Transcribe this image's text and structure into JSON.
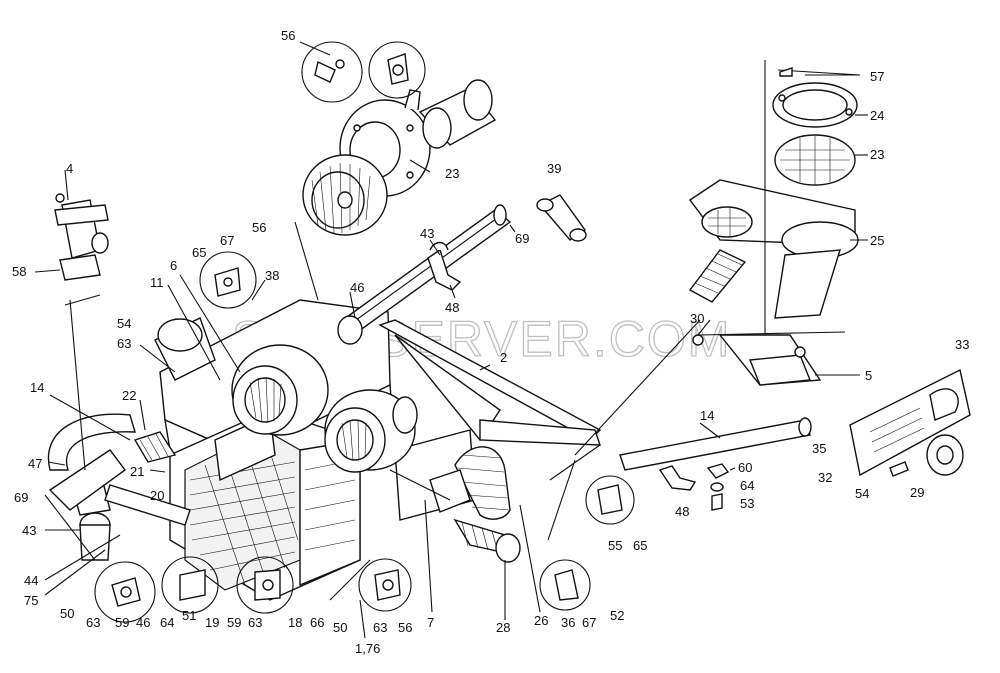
{
  "watermark": "SPECSERVER.COM",
  "callouts": [
    {
      "text": "56"
    },
    {
      "text": "23"
    },
    {
      "text": "57"
    },
    {
      "text": "24"
    },
    {
      "text": "23"
    },
    {
      "text": "39"
    },
    {
      "text": "25"
    },
    {
      "text": "4"
    },
    {
      "text": "43"
    },
    {
      "text": "69"
    },
    {
      "text": "65"
    },
    {
      "text": "67"
    },
    {
      "text": "56"
    },
    {
      "text": "6"
    },
    {
      "text": "38"
    },
    {
      "text": "58"
    },
    {
      "text": "11"
    },
    {
      "text": "46"
    },
    {
      "text": "48"
    },
    {
      "text": "54"
    },
    {
      "text": "63"
    },
    {
      "text": "30"
    },
    {
      "text": "2"
    },
    {
      "text": "5"
    },
    {
      "text": "33"
    },
    {
      "text": "14"
    },
    {
      "text": "22"
    },
    {
      "text": "14"
    },
    {
      "text": "35"
    },
    {
      "text": "47"
    },
    {
      "text": "21"
    },
    {
      "text": "60"
    },
    {
      "text": "32"
    },
    {
      "text": "54"
    },
    {
      "text": "29"
    },
    {
      "text": "69"
    },
    {
      "text": "20"
    },
    {
      "text": "64"
    },
    {
      "text": "48"
    },
    {
      "text": "53"
    },
    {
      "text": "43"
    },
    {
      "text": "55"
    },
    {
      "text": "65"
    },
    {
      "text": "44"
    },
    {
      "text": "75"
    },
    {
      "text": "50"
    },
    {
      "text": "63"
    },
    {
      "text": "59"
    },
    {
      "text": "46"
    },
    {
      "text": "64"
    },
    {
      "text": "51"
    },
    {
      "text": "19"
    },
    {
      "text": "59"
    },
    {
      "text": "63"
    },
    {
      "text": "18"
    },
    {
      "text": "66"
    },
    {
      "text": "50"
    },
    {
      "text": "63"
    },
    {
      "text": "56"
    },
    {
      "text": "7"
    },
    {
      "text": "28"
    },
    {
      "text": "26"
    },
    {
      "text": "36"
    },
    {
      "text": "67"
    },
    {
      "text": "52"
    },
    {
      "text": "1,76"
    }
  ]
}
